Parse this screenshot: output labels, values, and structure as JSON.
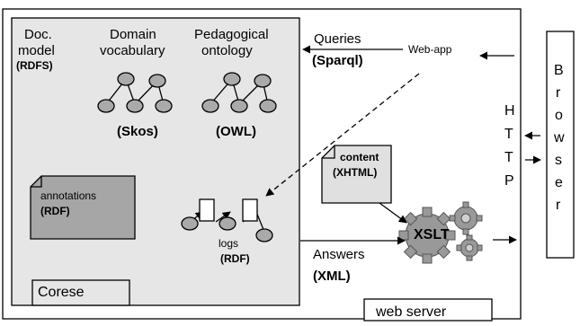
{
  "diagram": {
    "doc_model": {
      "title_line1": "Doc.",
      "title_line2": "model",
      "format": "(RDFS)"
    },
    "domain_vocabulary": {
      "title_line1": "Domain",
      "title_line2": "vocabulary",
      "format": "(Skos)"
    },
    "pedagogical_ontology": {
      "title_line1": "Pedagogical",
      "title_line2": "ontology",
      "format": "(OWL)"
    },
    "annotations": {
      "label": "annotations",
      "format": "(RDF)"
    },
    "logs": {
      "label": "logs",
      "format": "(RDF)"
    },
    "content": {
      "label": "content",
      "format": "(XHTML)"
    },
    "queries": {
      "label": "Queries",
      "format": "(Sparql)"
    },
    "answers": {
      "label": "Answers",
      "format": "(XML)"
    },
    "web_app": "Web-app",
    "xslt": "XSLT",
    "corese": "Corese",
    "web_server": "web server",
    "http": [
      "H",
      "T",
      "T",
      "P"
    ],
    "browser": [
      "B",
      "r",
      "o",
      "w",
      "s",
      "e",
      "r"
    ],
    "colors": {
      "corese_fill": "#e6e6e6",
      "node_fill": "#aaaaaa",
      "annotations_fill": "#a6a6a6",
      "content_fill": "#e0e0e0",
      "gear_fill": "#999999",
      "stroke": "#000000"
    }
  }
}
